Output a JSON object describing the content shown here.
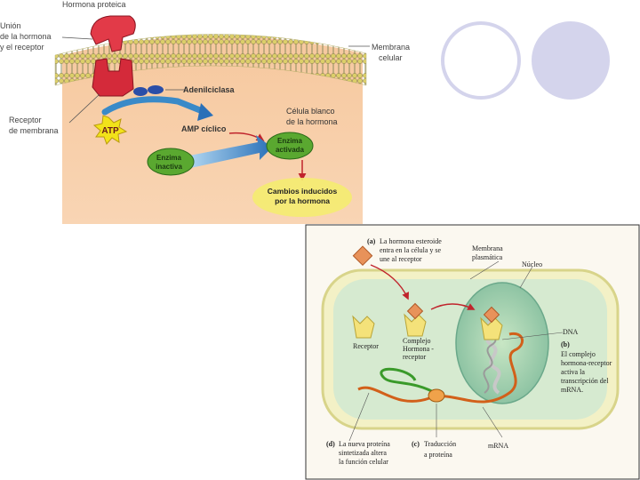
{
  "figure_membrane": {
    "labels": {
      "hormone": "Hormona proteica",
      "union_line1": "Unión",
      "union_line2": "de la hormona",
      "union_line3": "y el receptor",
      "membrane_line1": "Membrana",
      "membrane_line2": "celular",
      "adenylcyclase": "Adenilciclasa",
      "target_line1": "Célula blanco",
      "target_line2": "de la hormona",
      "receptor_line1": "Receptor",
      "receptor_line2": "de membrana",
      "atp": "ATP",
      "camp": "AMP cíclico",
      "enzyme_inactive_line1": "Enzima",
      "enzyme_inactive_line2": "inactiva",
      "enzyme_active_line1": "Enzima",
      "enzyme_active_line2": "activada",
      "changes_line1": "Cambios inducidos",
      "changes_line2": "por la hormona"
    }
  },
  "figure_steroid": {
    "labels": {
      "step_a_letter": "(a)",
      "step_a_line1": "La hormona esteroide",
      "step_a_line2": "entra en la célula y se",
      "step_a_line3": "une al receptor",
      "membrane_line1": "Membrana",
      "membrane_line2": "plasmática",
      "nucleus": "Núcleo",
      "receptor": "Receptor",
      "complex_line1": "Complejo",
      "complex_line2": "Hormona -",
      "complex_line3": "receptor",
      "dna": "DNA",
      "step_b_letter": "(b)",
      "step_b_line1": "El complejo",
      "step_b_line2": "hormona-receptor",
      "step_b_line3": "activa la",
      "step_b_line4": "transcripción del",
      "step_b_line5": "mRNA.",
      "step_d_letter": "(d)",
      "step_d_line1": "La nueva proteína",
      "step_d_line2": "sintetizada altera",
      "step_d_line3": "la función celular",
      "step_c_letter": "(c)",
      "step_c_line1": "Traducción",
      "step_c_line2": "a proteína",
      "mrna": "mRNA"
    }
  },
  "colors": {
    "cytoplasm": "#f8c8a0",
    "hormone": "#d42a3a",
    "enzyme_green": "#5aa830",
    "atp_yellow": "#f2e21a",
    "arrow_blue": "#3a8ac8",
    "steroid_orange": "#e8925a",
    "receptor_yellow": "#f4e27a",
    "cell_fill": "#f3f1c6",
    "cytosol_green": "#d0e8c8",
    "nucleus_green": "#a8d4b0"
  }
}
